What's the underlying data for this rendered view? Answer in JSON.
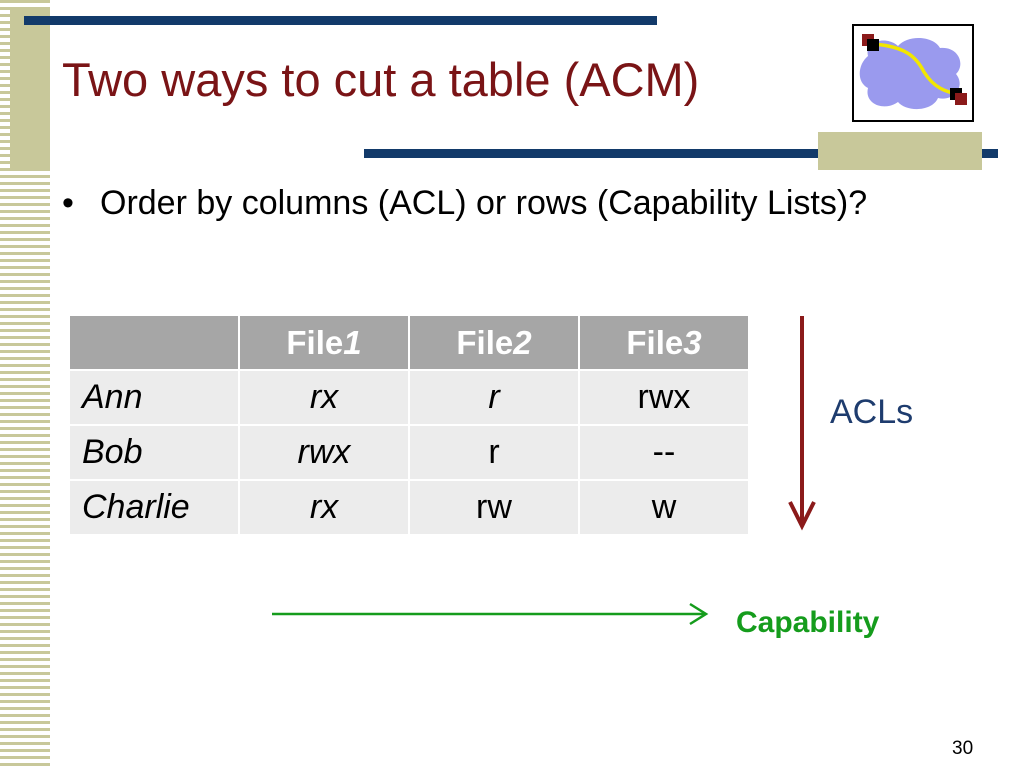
{
  "slide": {
    "title": "Two ways to cut a table (ACM)",
    "bullet": "Order by columns (ACL) or rows (Capability Lists)?",
    "page_number": "30"
  },
  "table": {
    "columns": [
      {
        "base": "File",
        "num": "1"
      },
      {
        "base": "File",
        "num": "2"
      },
      {
        "base": "File",
        "num": "3"
      }
    ],
    "rows": [
      {
        "name": "Ann",
        "cells": [
          "rx",
          "r",
          "rwx"
        ]
      },
      {
        "name": "Bob",
        "cells": [
          "rwx",
          "r",
          "--"
        ]
      },
      {
        "name": "Charlie",
        "cells": [
          "rx",
          "rw",
          "w"
        ]
      }
    ]
  },
  "annotations": {
    "acl_label": "ACLs",
    "capability_label": "Capability"
  },
  "colors": {
    "title": "#7a1416",
    "bar": "#123a6a",
    "olive": "#c8c89a",
    "acl_arrow": "#8b1a1a",
    "cap_arrow": "#159c1c",
    "acl_text": "#1e3c6e"
  }
}
